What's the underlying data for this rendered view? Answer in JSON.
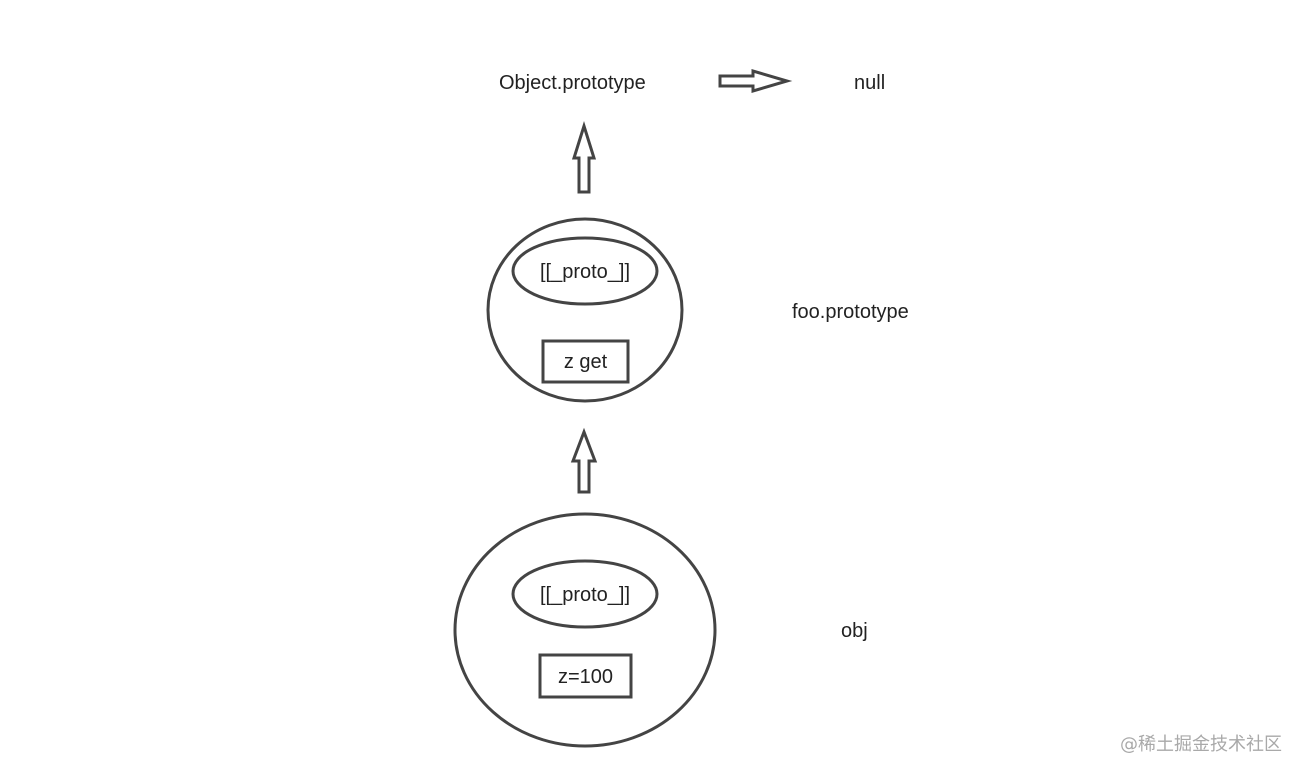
{
  "nodes": {
    "object_prototype": {
      "label": "Object.prototype"
    },
    "null_node": {
      "label": "null"
    },
    "foo_prototype": {
      "label": "foo.prototype",
      "proto_slot": "[[_proto_]]",
      "property": "z get"
    },
    "obj": {
      "label": "obj",
      "proto_slot": "[[_proto_]]",
      "property": "z=100"
    }
  },
  "edges": [
    {
      "from": "obj",
      "to": "foo_prototype",
      "style": "hollow-arrow-up"
    },
    {
      "from": "foo_prototype",
      "to": "object_prototype",
      "style": "hollow-arrow-up"
    },
    {
      "from": "object_prototype",
      "to": "null_node",
      "style": "hollow-arrow-right"
    }
  ],
  "colors": {
    "stroke": "#444444",
    "text": "#222222",
    "watermark": "#a9a9a9"
  },
  "watermark": "@稀土掘金技术社区"
}
